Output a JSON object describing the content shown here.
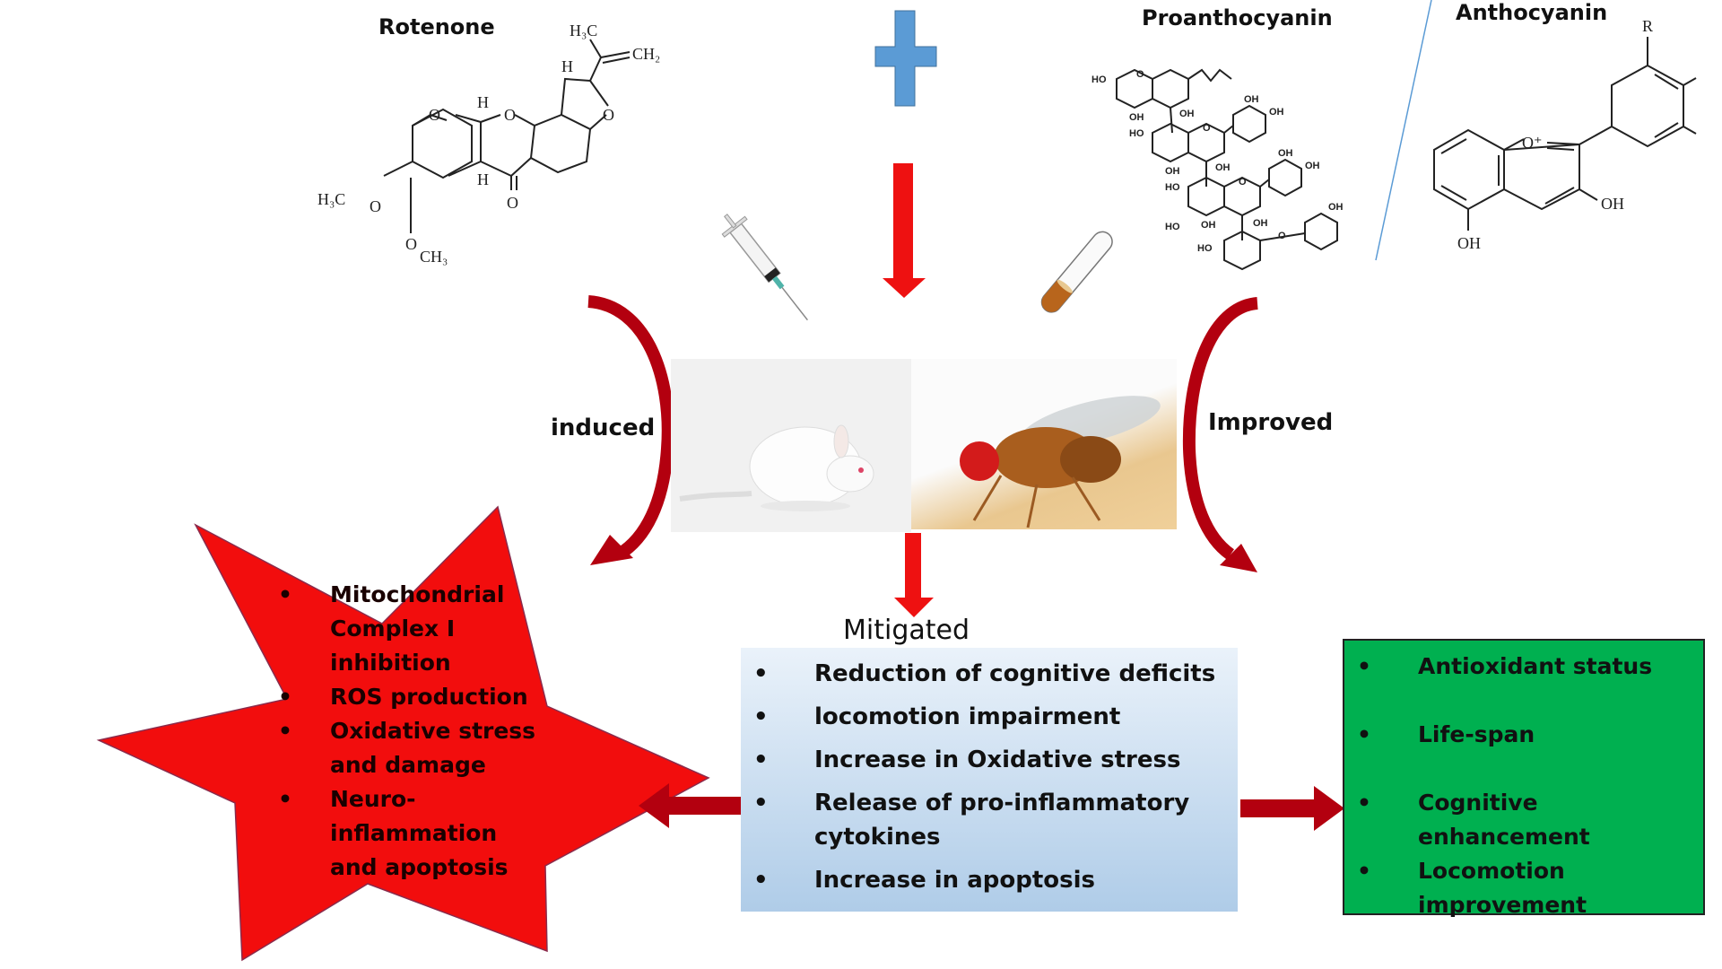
{
  "compounds": {
    "rotenone": {
      "name": "Rotenone",
      "atoms": {
        "h3c_top": "H₃C",
        "ch2": "CH₂",
        "h1": "H",
        "h2": "H",
        "h3": "H",
        "o_ring1": "O",
        "o_ring2": "O",
        "o_ring3": "O",
        "o_keto": "O",
        "h3c_left": "H₃C",
        "o_left": "O",
        "o_bottom": "O",
        "ch3": "CH₃"
      }
    },
    "proanthocyanin": {
      "name": "Proanthocyanin",
      "groups": [
        "HO",
        "OH",
        "OH",
        "OH",
        "HO",
        "OH",
        "OH",
        "OH",
        "HO",
        "OH",
        "OH",
        "OH",
        "HO",
        "OH",
        "OH",
        "HO",
        "O",
        "O",
        "O",
        "O"
      ]
    },
    "anthocyanin": {
      "name": "Anthocyanin",
      "atoms": {
        "r": "R",
        "o_plus": "O⁺",
        "oh_right": "OH",
        "oh_bottom": "OH"
      }
    }
  },
  "symbols": {
    "plus": "plus-icon",
    "syringe": "syringe-icon",
    "test_tube": "test-tube-icon"
  },
  "models": {
    "mouse": "mouse-image",
    "fly": "fruit-fly-image"
  },
  "arrows": {
    "induced": "induced",
    "improved": "Improved",
    "mitigated": "Mitigated"
  },
  "induced_effects": {
    "bullet": "•",
    "items": [
      "Mitochondrial Complex I inhibition",
      "ROS production",
      "Oxidative stress and damage",
      "Neuro-inflammation and apoptosis"
    ]
  },
  "mitigated_effects": {
    "bullet": "•",
    "items": [
      "Reduction of cognitive deficits",
      "locomotion impairment",
      "Increase in Oxidative stress",
      "Release of pro-inflammatory cytokines",
      "Increase in apoptosis"
    ]
  },
  "improved_effects": {
    "bullet": "•",
    "items": [
      "Antioxidant status",
      "Life-span",
      "Cognitive enhancement",
      "Locomotion improvement"
    ]
  },
  "colors": {
    "star_red": "#f20d0d",
    "arrow_dark_red": "#b3000f",
    "arrow_red": "#ee1111",
    "plus_blue": "#5b9bd5",
    "green_box": "#00b050",
    "blue_box_top": "#eaf2fa",
    "blue_box_bottom": "#afcce8"
  }
}
